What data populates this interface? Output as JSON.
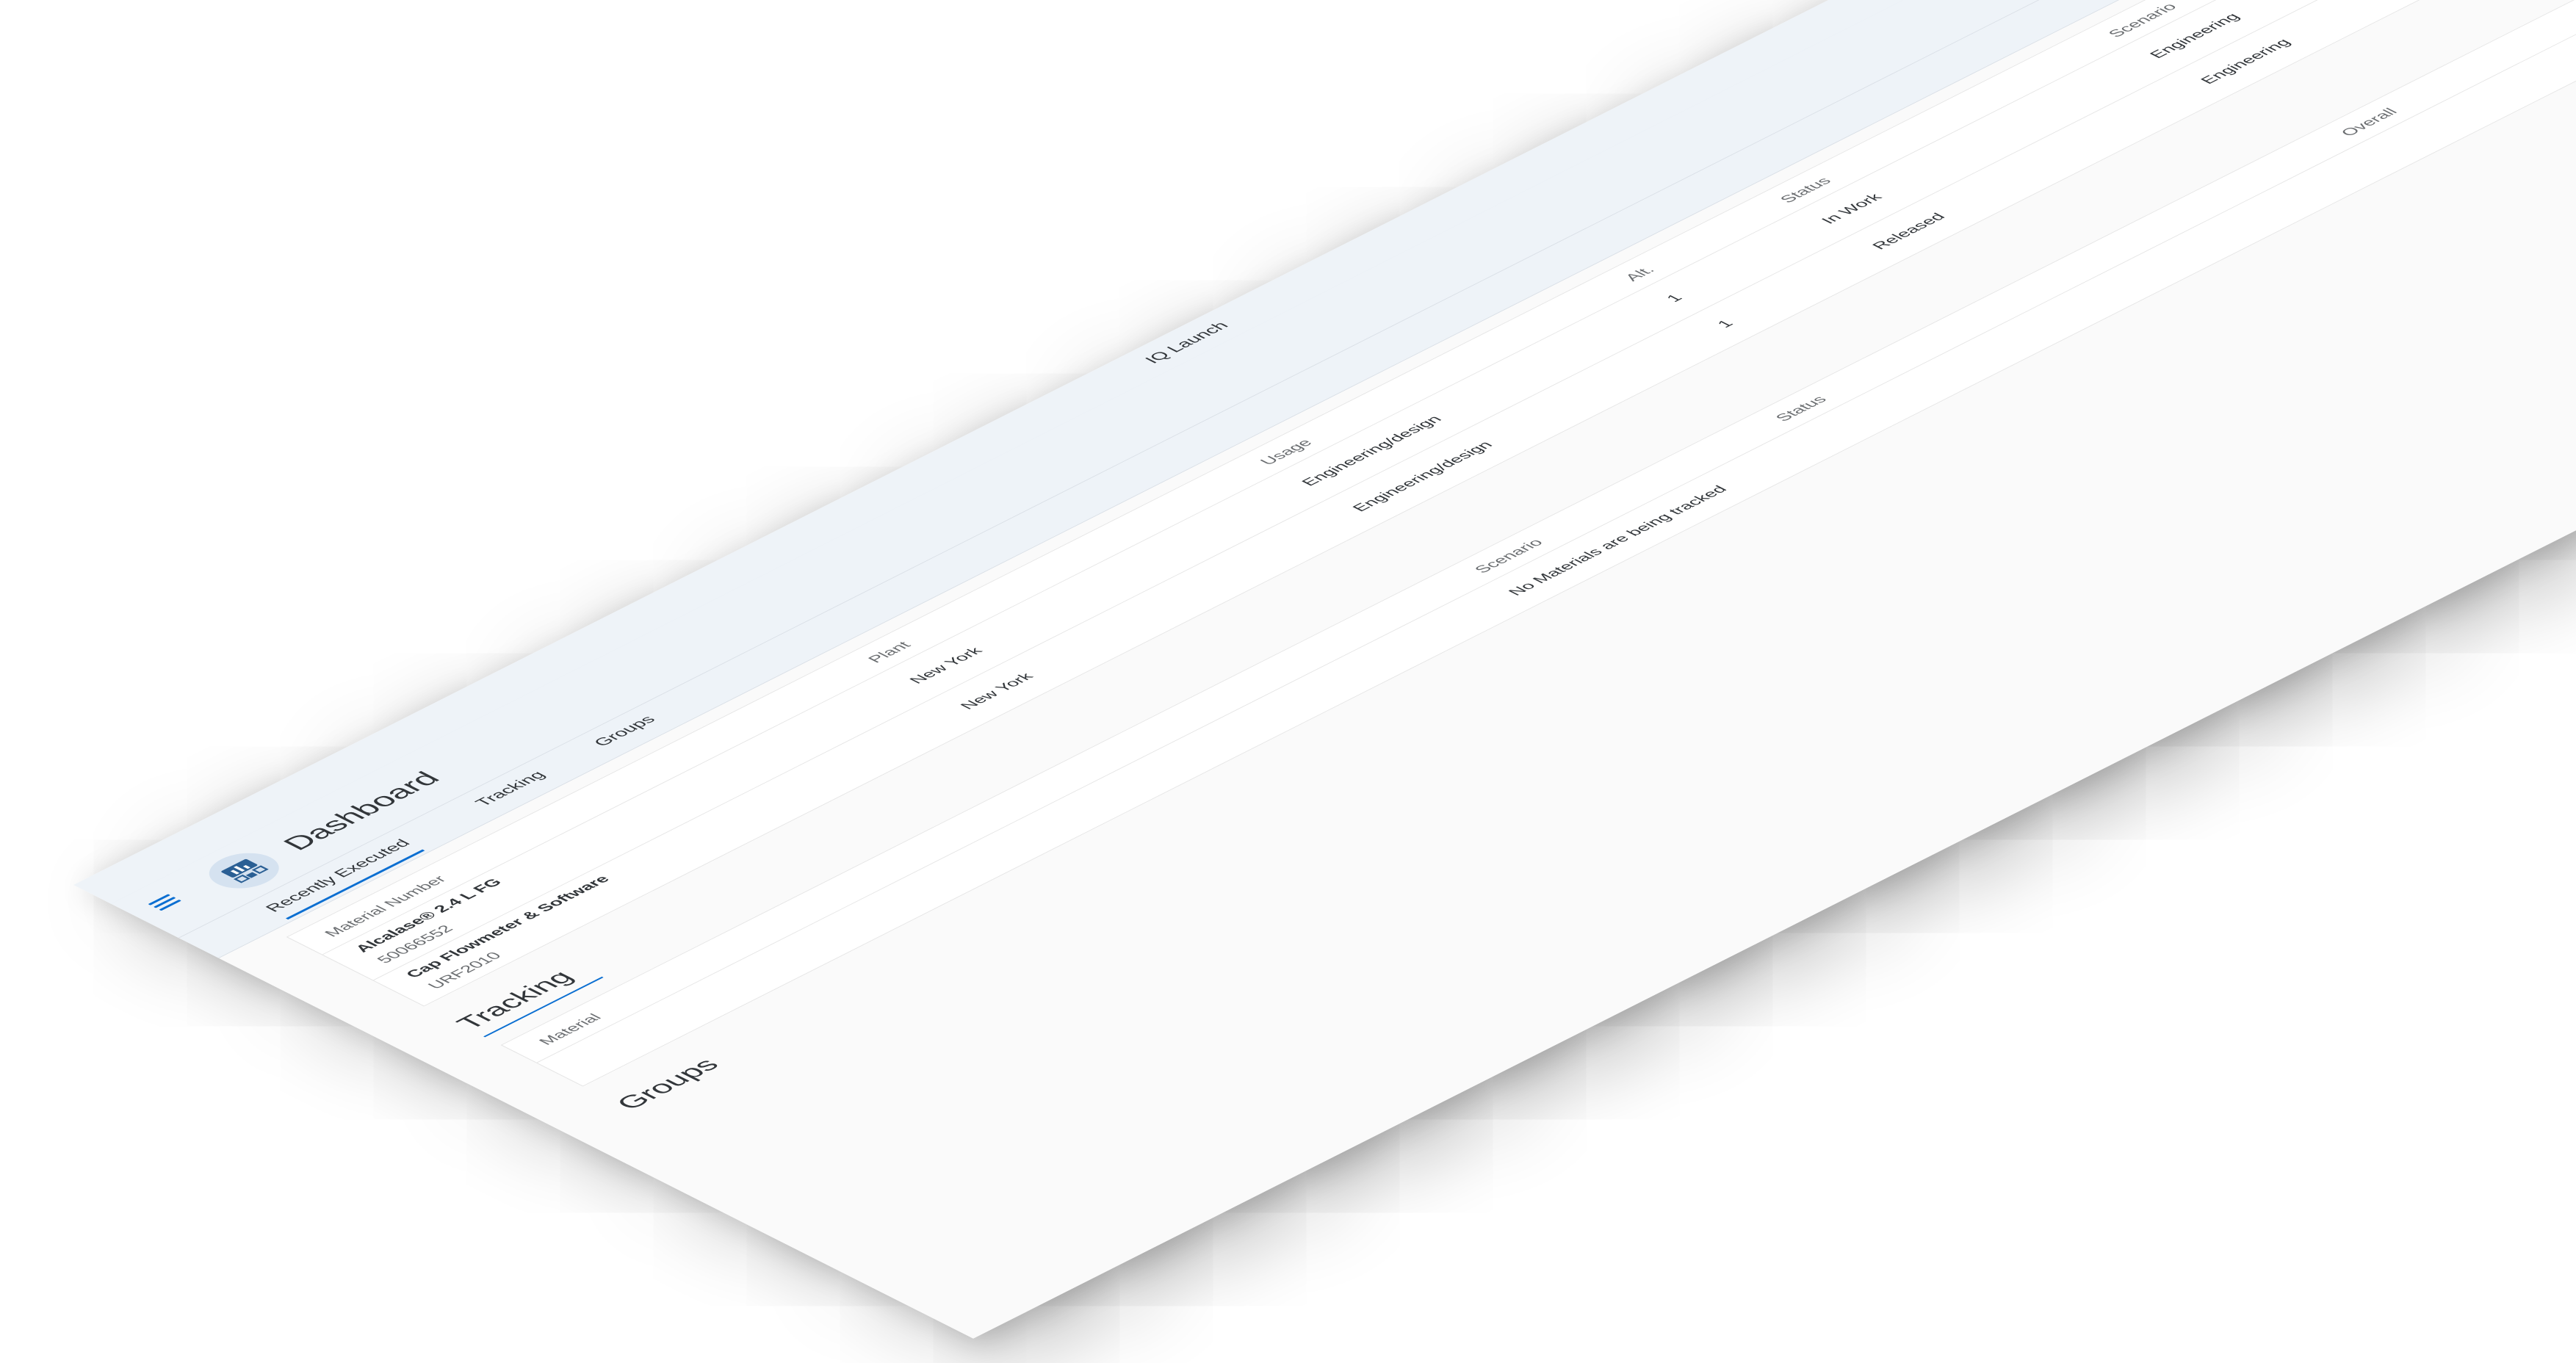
{
  "shell": {
    "title": "IQ Launch"
  },
  "header": {
    "title": "Dashboard"
  },
  "tabs": [
    {
      "label": "Recently Executed",
      "active": true
    },
    {
      "label": "Tracking",
      "active": false
    },
    {
      "label": "Groups",
      "active": false
    }
  ],
  "recent": {
    "columns": {
      "material": "Material Number",
      "plant": "Plant",
      "usage": "Usage",
      "alt": "Alt.",
      "status": "Status",
      "scenario": "Scenario"
    },
    "rows": [
      {
        "name": "Alcalase® 2.4 L FG",
        "number": "50066552",
        "plant": "New York",
        "usage": "Engineering/design",
        "alt": "1",
        "status": "In Work",
        "scenario": "Engineering"
      },
      {
        "name": "Cap Flowmeter & Software",
        "number": "URF2010",
        "plant": "New York",
        "usage": "Engineering/design",
        "alt": "1",
        "status": "Released",
        "scenario": "Engineering"
      }
    ]
  },
  "tracking": {
    "title": "Tracking",
    "columns": {
      "material": "Material",
      "scenario": "Scenario",
      "status": "Status",
      "overall": "Overall"
    },
    "empty": "No Materials are being tracked"
  },
  "groups": {
    "title": "Groups"
  },
  "colors": {
    "accent": "#0a6ed1",
    "shell_bg": "#eef3f8",
    "text": "#32363a"
  }
}
